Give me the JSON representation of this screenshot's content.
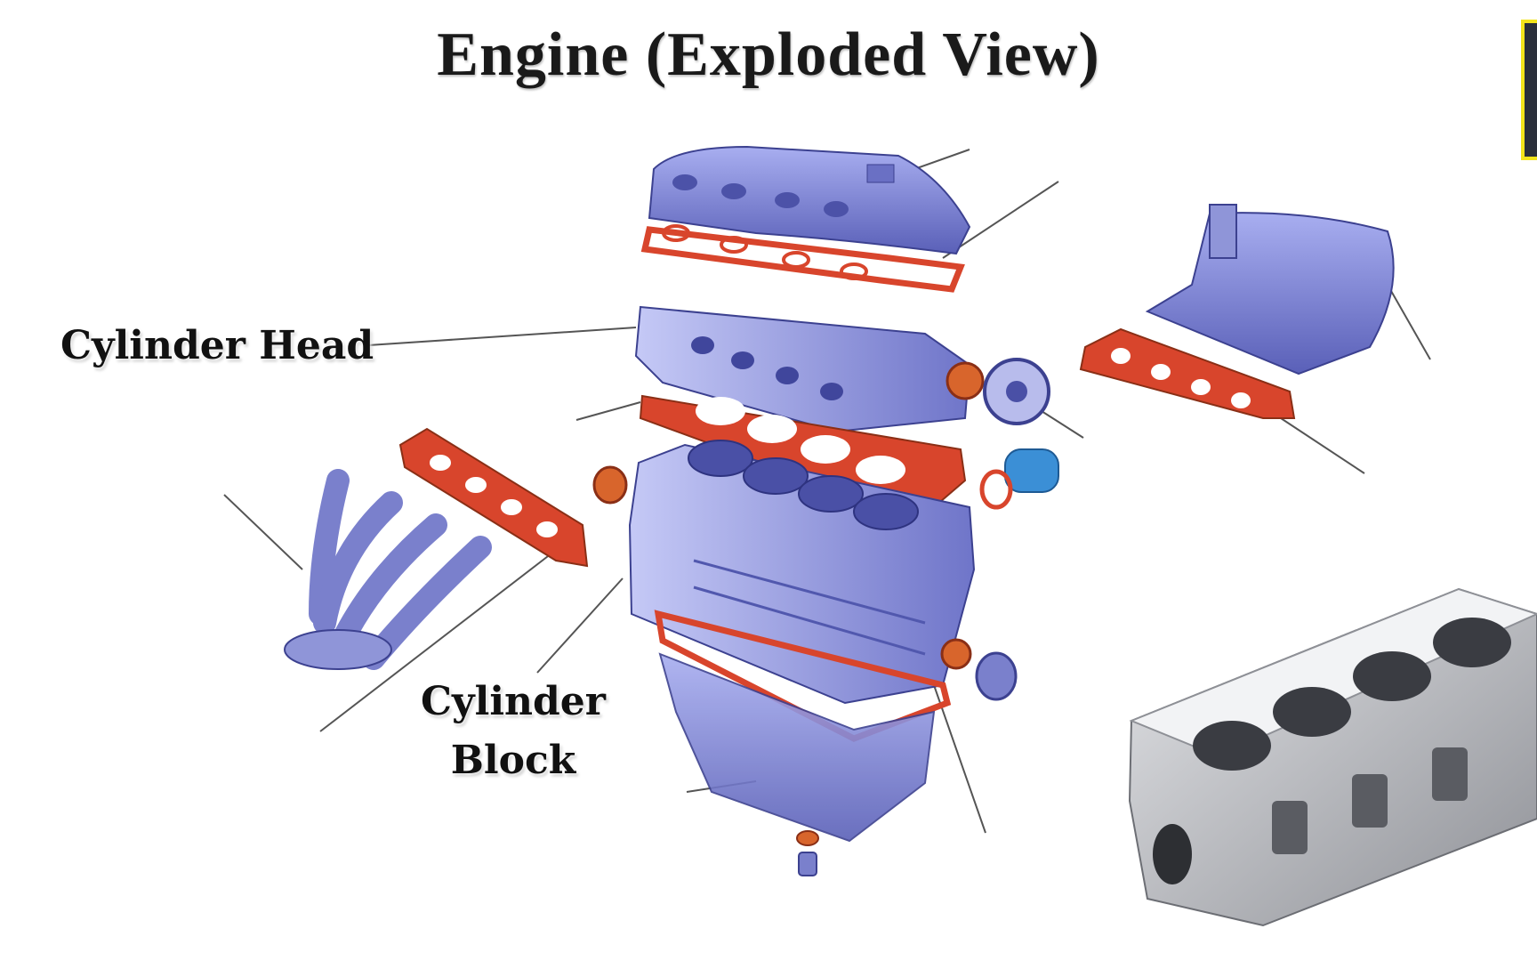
{
  "title": "Engine (Exploded View)",
  "labels": {
    "cylinder_head": "Cylinder Head",
    "cylinder_block_line1": "Cylinder",
    "cylinder_block_line2": "Block"
  },
  "colors": {
    "part_blue": "#7f86d8",
    "part_blue_dark": "#4a4fa8",
    "gasket_red": "#d8452c",
    "leader_line": "#555555",
    "photo_aluminium": "#c9cbcf"
  }
}
